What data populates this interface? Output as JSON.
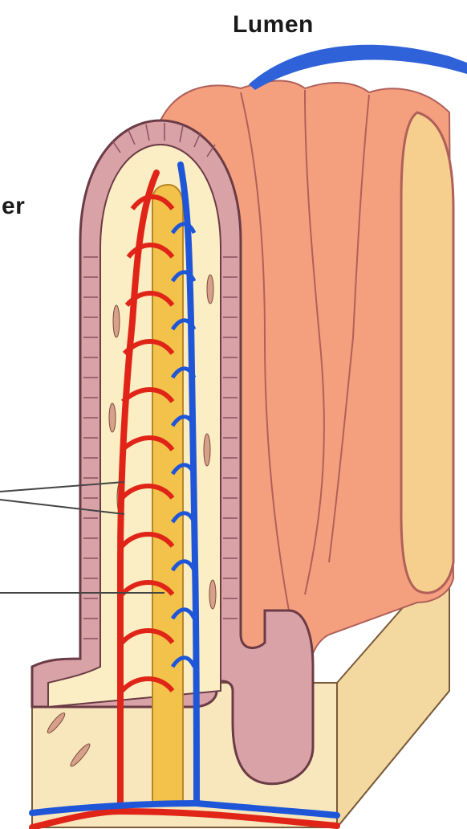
{
  "labels": {
    "lumen": "Lumen",
    "partial_left": "er"
  },
  "colors": {
    "villus_pink": "#f4a07f",
    "villus_outline": "#b0605a",
    "lamina_cream": "#fbeec4",
    "artery_red": "#e02418",
    "vein_blue": "#1f56d8",
    "lacteal_yellow": "#f2c24a",
    "epithelium": "#d9a2a6",
    "leader_line": "#444444",
    "lumen_pointer": "#2f62d8",
    "base_block": "#f7e3b2"
  },
  "icons": [
    "villus-illustration",
    "lumen-pointer-arrow",
    "leader-lines"
  ]
}
